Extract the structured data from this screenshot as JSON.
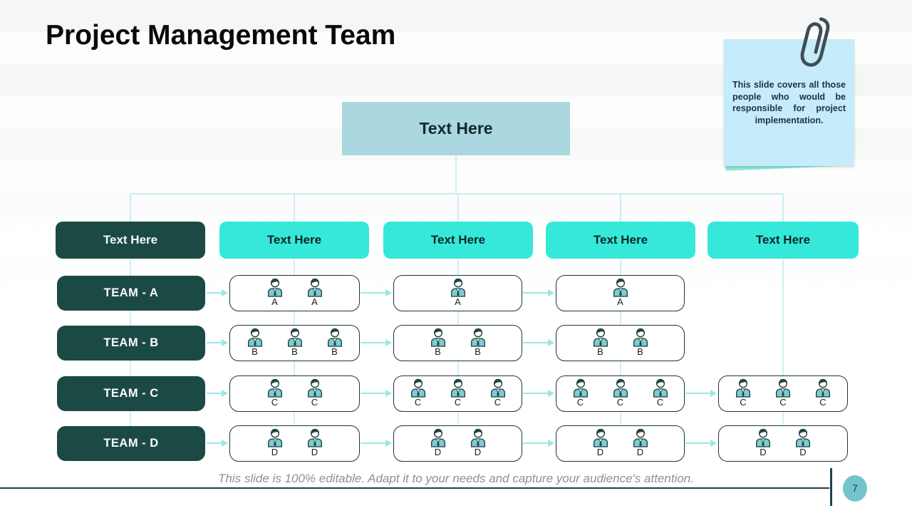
{
  "title": "Project Management Team",
  "sticky_note": {
    "text": "This slide covers all those people who would be responsible for project implementation."
  },
  "org": {
    "root_label": "Text Here",
    "headers": [
      {
        "label": "Text Here",
        "variant": "dark"
      },
      {
        "label": "Text Here",
        "variant": "cyan"
      },
      {
        "label": "Text Here",
        "variant": "cyan"
      },
      {
        "label": "Text Here",
        "variant": "cyan"
      },
      {
        "label": "Text Here",
        "variant": "cyan"
      }
    ],
    "teams": [
      {
        "label": "TEAM - A",
        "boxes": [
          [
            "A",
            "A"
          ],
          [
            "A"
          ],
          [
            "A"
          ],
          null
        ]
      },
      {
        "label": "TEAM - B",
        "boxes": [
          [
            "B",
            "B",
            "B"
          ],
          [
            "B",
            "B"
          ],
          [
            "B",
            "B"
          ],
          null
        ]
      },
      {
        "label": "TEAM - C",
        "boxes": [
          [
            "C",
            "C"
          ],
          [
            "C",
            "C",
            "C"
          ],
          [
            "C",
            "C",
            "C"
          ],
          [
            "C",
            "C",
            "C"
          ]
        ]
      },
      {
        "label": "TEAM - D",
        "boxes": [
          [
            "D",
            "D"
          ],
          [
            "D",
            "D"
          ],
          [
            "D",
            "D"
          ],
          [
            "D",
            "D"
          ]
        ]
      }
    ]
  },
  "footer": {
    "note": "This slide is 100% editable. Adapt it to your needs and capture your audience's attention.",
    "page_number": "7"
  },
  "colors": {
    "dark_teal": "#1b4a45",
    "cyan": "#35e8da",
    "root_box": "#abd7e0",
    "connector": "#b9e9ee",
    "arrow": "#9ae7e4",
    "box_border": "#1c3640",
    "sticky_note": "#c6ebfb",
    "sticky_back": "#8debdc",
    "footer_line": "#22404e",
    "page_badge": "#74c4ce"
  }
}
